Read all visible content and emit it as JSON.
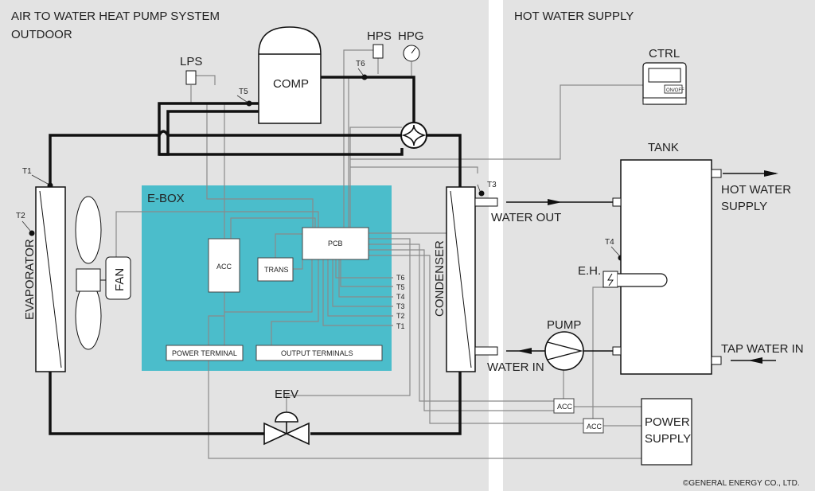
{
  "panels": {
    "left_title_line1": "AIR TO WATER HEAT PUMP SYSTEM",
    "left_title_line2": "OUTDOOR",
    "right_title": "HOT WATER SUPPLY"
  },
  "components": {
    "lps": "LPS",
    "hps": "HPS",
    "hpg": "HPG",
    "comp": "COMP",
    "ctrl": "CTRL",
    "ctrl_button": "ON/OFF",
    "tank": "TANK",
    "ebox": "E-BOX",
    "pcb": "PCB",
    "acc": "ACC",
    "trans": "TRANS",
    "fan": "FAN",
    "evaporator": "EVAPORATOR",
    "condenser": "CONDENSER",
    "power_terminal": "POWER TERMINAL",
    "output_terminals": "OUTPUT TERMINALS",
    "eev": "EEV",
    "pump": "PUMP",
    "eh": "E.H.",
    "acc_pump": "ACC",
    "acc_eh": "ACC",
    "power_supply_line1": "POWER",
    "power_supply_line2": "SUPPLY"
  },
  "flow_labels": {
    "water_out": "WATER  OUT",
    "water_in": "WATER  IN",
    "hot_water_line1": "HOT WATER",
    "hot_water_line2": "SUPPLY",
    "tap_water_in": "TAP WATER IN"
  },
  "sensors": {
    "t1": "T1",
    "t2": "T2",
    "t3": "T3",
    "t4": "T4",
    "t5": "T5",
    "t6": "T6",
    "pcb_terminals": [
      "T6",
      "T5",
      "T4",
      "T3",
      "T2",
      "T1"
    ]
  },
  "copyright": "©GENERAL ENERGY CO., LTD.",
  "colors": {
    "panel_bg": "#e3e3e3",
    "ebox": "#4bbdcb",
    "pipe": "#111111",
    "wire": "#888888",
    "box_fill": "#ffffff",
    "divider": "#ffffff"
  }
}
